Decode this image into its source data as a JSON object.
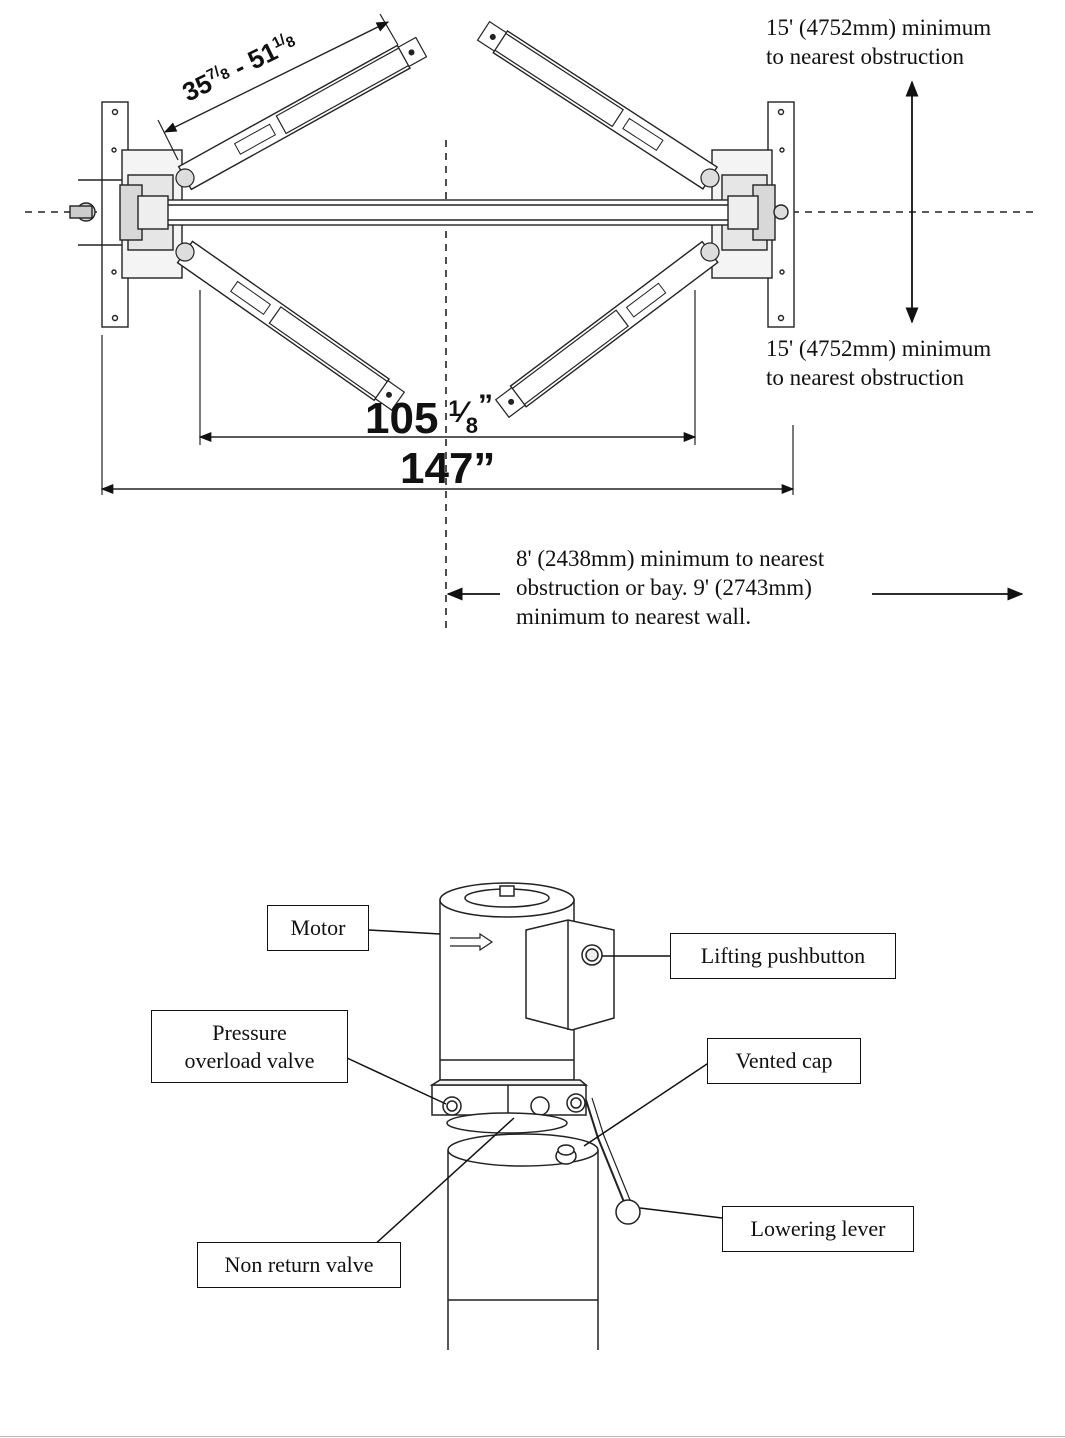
{
  "layout_plan": {
    "arm_dimension": {
      "whole": "35",
      "num": "7",
      "den": "8",
      "sep": " - ",
      "whole2": "51",
      "num2": "1",
      "den2": "8"
    },
    "inner_width": {
      "whole": "105",
      "num": "1",
      "den": "8",
      "quote": "”"
    },
    "overall_width": "147”",
    "clearance_top": "15' (4752mm) minimum\nto nearest obstruction",
    "clearance_bottom": "15' (4752mm) minimum\nto nearest obstruction",
    "clearance_side": "8' (2438mm) minimum to nearest\nobstruction or bay. 9' (2743mm)\nminimum to nearest wall."
  },
  "power_unit": {
    "labels": {
      "motor": "Motor",
      "lifting_pushbutton": "Lifting pushbutton",
      "pressure_overload_valve": "Pressure\noverload valve",
      "vented_cap": "Vented cap",
      "lowering_lever": "Lowering lever",
      "non_return_valve": "Non return valve"
    }
  }
}
